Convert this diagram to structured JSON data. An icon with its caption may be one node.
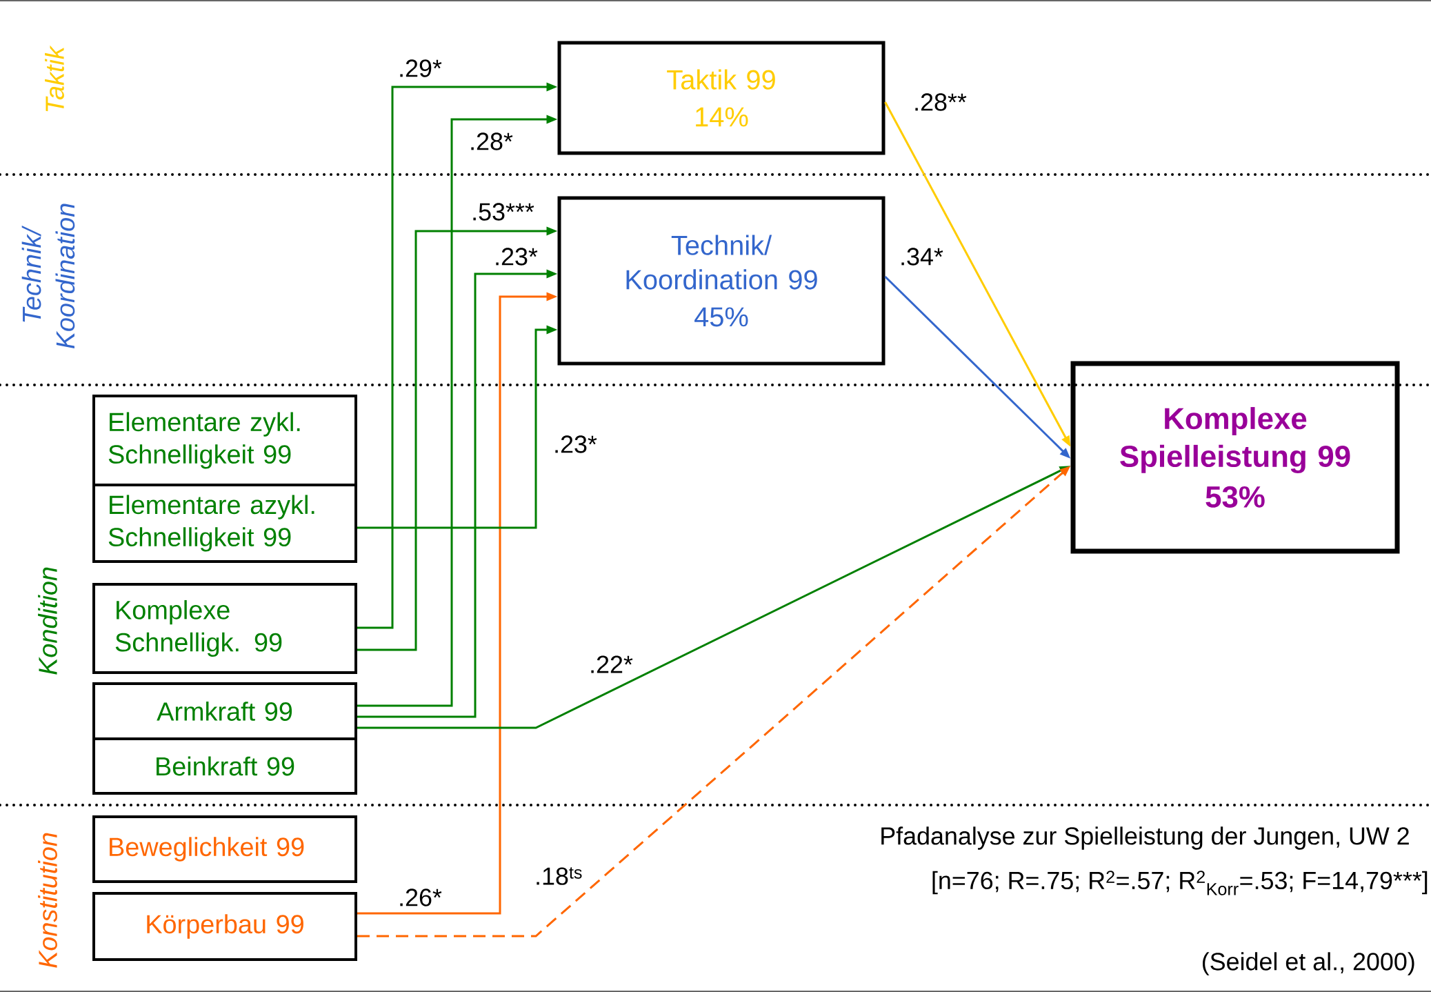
{
  "diagram": {
    "nodes": [
      {
        "text": [
          "Taktik 99",
          "14%"
        ]
      },
      {
        "text": [
          "Technik/ Koordination 99",
          "45%"
        ]
      },
      {
        "text": [
          "Komplexe Spielleistung 99",
          "53%"
        ]
      },
      {
        "text": [
          "Elementare zykl. Schnelligkeit 99"
        ]
      },
      {
        "text": [
          "Elementare azykl. Schnelligkeit 99"
        ]
      },
      {
        "text": [
          "Komplexe Schnelligk. 99"
        ]
      },
      {
        "text": [
          "Armkraft 99"
        ]
      },
      {
        "text": [
          "Beinkraft 99"
        ]
      },
      {
        "text": [
          "Beweglichkeit 99"
        ]
      },
      {
        "text": [
          "Körperbau 99"
        ]
      }
    ],
    "edges": [
      {
        "from": 5,
        "to": 0,
        "arrow": "to",
        "label": ".29*"
      },
      {
        "from": 6,
        "to": 0,
        "arrow": "to",
        "label": ".28*"
      },
      {
        "from": 0,
        "to": 2,
        "arrow": "to",
        "label": ".28**",
        "color": "#ffcc00"
      },
      {
        "from": 5,
        "to": 1,
        "arrow": "to",
        "label": ".53***"
      },
      {
        "from": 6,
        "to": 1,
        "arrow": "to",
        "label": ".23*"
      },
      {
        "from": 9,
        "to": 1,
        "arrow": "to",
        "label": ".26*",
        "color": "#ff6600"
      },
      {
        "from": 4,
        "to": 1,
        "arrow": "to",
        "label": ".23*"
      },
      {
        "from": 1,
        "to": 2,
        "arrow": "to",
        "label": ".34*",
        "color": "#3366cc"
      },
      {
        "from": 6,
        "to": 2,
        "arrow": "to",
        "label": ".22*"
      },
      {
        "from": 9,
        "to": 2,
        "arrow": "to",
        "label": ".18$^{ts}$",
        "style": "dashed",
        "color": "#ff6600"
      }
    ],
    "labels": [
      "Taktik",
      "Technik/ Koordination",
      "Kondition",
      "Konstitution",
      "Pfadanalyse zur Spielleistung der Jungen, UW 2",
      "[n=76; R=.75; R$^{2}$=.57; R$^{2}$$_{Korr}$=.53; F=14,79***]",
      "(Seidel et al., 2000)"
    ]
  }
}
